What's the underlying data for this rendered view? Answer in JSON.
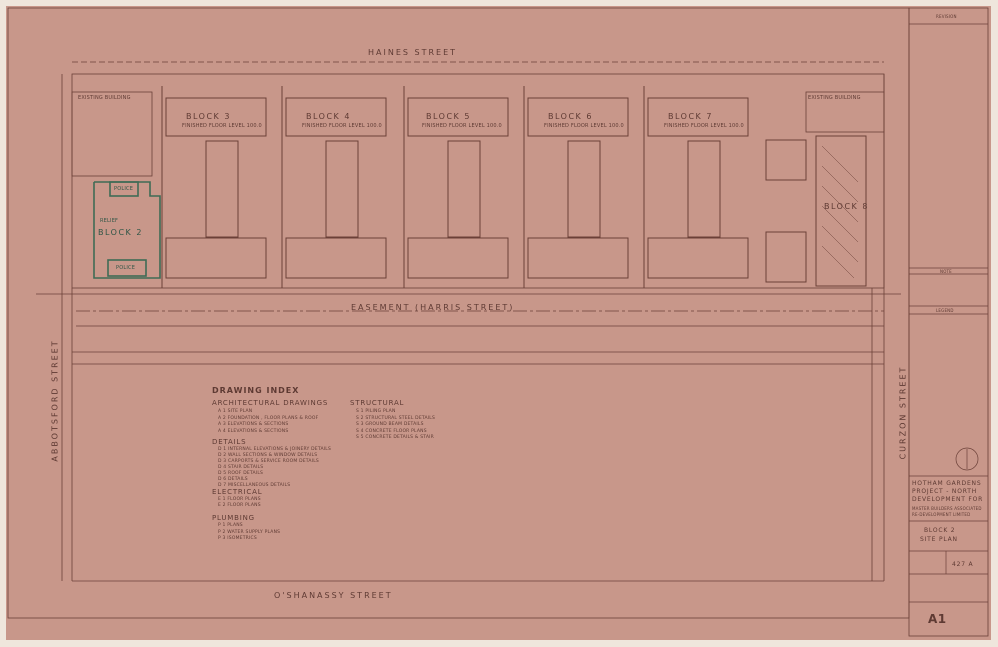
{
  "streets": {
    "top": "HAINES   STREET",
    "easement": "EASEMENT  (HARRIS  STREET)",
    "left": "ABBOTSFORD    STREET",
    "right": "CURZON    STREET",
    "bottom": "O'SHANASSY          STREET"
  },
  "site": {
    "existing_left": "EXISTING BUILDING",
    "existing_right": "EXISTING BUILDING",
    "blocks": [
      {
        "label": "BLOCK 3",
        "floor": "FINISHED FLOOR LEVEL 100.0"
      },
      {
        "label": "BLOCK 4",
        "floor": "FINISHED FLOOR LEVEL 100.0"
      },
      {
        "label": "BLOCK 5",
        "floor": "FINISHED FLOOR LEVEL 100.0"
      },
      {
        "label": "BLOCK 6",
        "floor": "FINISHED FLOOR LEVEL 100.0"
      },
      {
        "label": "BLOCK 7",
        "floor": "FINISHED FLOOR LEVEL 100.0"
      }
    ],
    "block2": {
      "label": "BLOCK 2",
      "tag_top": "POLICE",
      "tag_mid": "RELIEF",
      "tag_bottom": "POLICE"
    },
    "block8": {
      "label": "BLOCK 8"
    }
  },
  "drawing_index": {
    "title": "DRAWING  INDEX",
    "architectural": {
      "heading": "ARCHITECTURAL DRAWINGS",
      "items": [
        "A 1   SITE PLAN",
        "A 2   FOUNDATION , FLOOR PLANS & ROOF",
        "A 3   ELEVATIONS  &  SECTIONS",
        "A 4   ELEVATIONS  &  SECTIONS"
      ]
    },
    "details": {
      "heading": "DETAILS",
      "items": [
        "D 1   INTERNAL  ELEVATIONS  &  JOINERY  DETAILS",
        "D 2   WALL  SECTIONS  &  WINDOW  DETAILS",
        "D 3   CARPORTS  &  SERVICE ROOM  DETAILS",
        "D 4   STAIR  DETAILS",
        "D 5   ROOF  DETAILS",
        "D 6   DETAILS",
        "D 7   MISCELLANEOUS  DETAILS"
      ]
    },
    "electrical": {
      "heading": "ELECTRICAL",
      "items": [
        "E 1   FLOOR  PLANS",
        "E 2   FLOOR  PLANS"
      ]
    },
    "plumbing": {
      "heading": "PLUMBING",
      "items": [
        "P 1   PLANS",
        "P 2   WATER  SUPPLY  PLANS",
        "P 3   ISOMETRICS"
      ]
    },
    "structural": {
      "heading": "STRUCTURAL",
      "items": [
        "S 1   PILING  PLAN",
        "S 2   STRUCTURAL  STEEL  DETAILS",
        "S 3   GROUND  BEAM  DETAILS",
        "S 4   CONCRETE  FLOOR  PLANS",
        "S 5   CONCRETE  DETAILS  &  STAIR"
      ]
    }
  },
  "title_block": {
    "revision": "REVISION",
    "note": "NOTE",
    "legend": "LEGEND",
    "project": [
      "HOTHAM  GARDENS",
      "PROJECT - NORTH",
      "DEVELOPMENT  FOR"
    ],
    "client": [
      "MASTER BUILDERS ASSOCIATED",
      "RE-DEVELOPMENT LIMITED"
    ],
    "drawing_title": [
      "BLOCK  2",
      "SITE  PLAN"
    ],
    "drawing_no": "427 A",
    "sheet": "A1"
  },
  "colors": {
    "paper": "#c8978a",
    "ink": "#5e3a33",
    "highlight": "#3f6b55"
  }
}
